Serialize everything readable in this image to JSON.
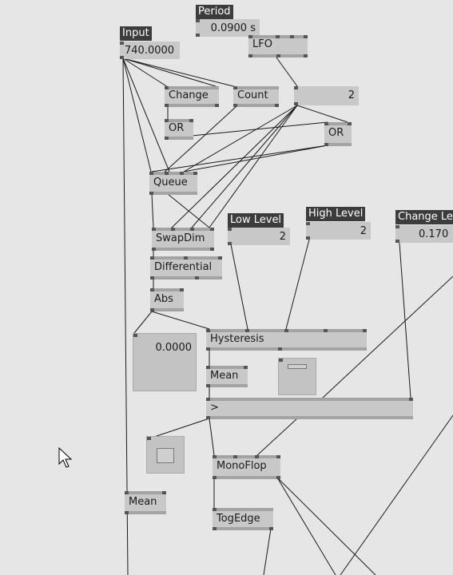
{
  "nodes": {
    "input_tag": "Input",
    "input_value": "740.0000",
    "period_tag": "Period",
    "period_value": "0.0900 s",
    "lfo": "LFO",
    "change": "Change",
    "count": "Count",
    "count_value": "2",
    "or_left": "OR",
    "or_right": "OR",
    "queue": "Queue",
    "swapdim": "SwapDim",
    "low_level_tag": "Low Level",
    "low_level_value": "2",
    "high_level_tag": "High Level",
    "high_level_value": "2",
    "change_level_tag": "Change Le",
    "change_level_value": "0.170",
    "differential": "Differential",
    "abs": "Abs",
    "value_display": "0.0000",
    "hysteresis": "Hysteresis",
    "mean_mid": "Mean",
    "greater": ">",
    "monoflop": "MonoFlop",
    "mean_left": "Mean",
    "togedge": "TogEdge"
  },
  "colors": {
    "canvas": "#e6e6e6",
    "node": "#c8c8c8",
    "pin_bar": "#a3a3a3",
    "label_tag": "#3c3c3c",
    "wire": "#1a1a1a"
  }
}
